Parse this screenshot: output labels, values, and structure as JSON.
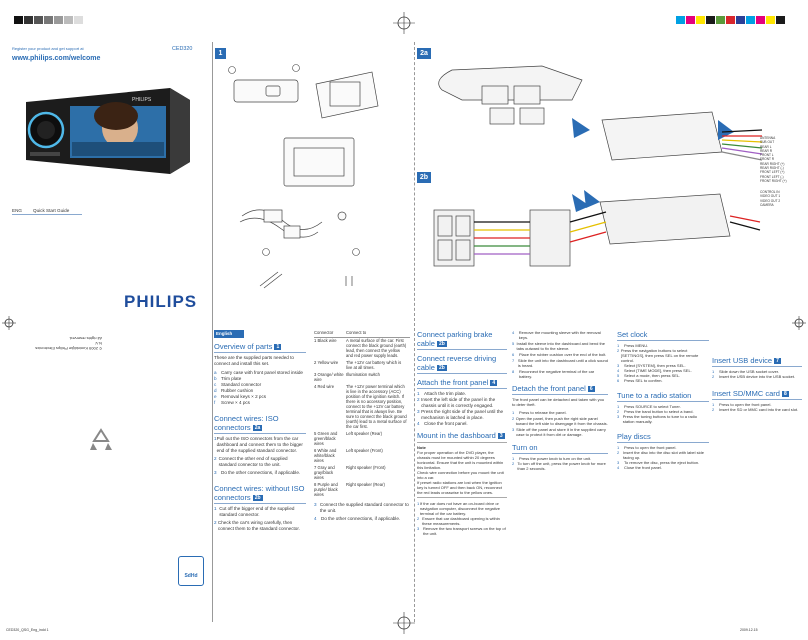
{
  "colors": {
    "accent": "#2a6cb4",
    "bar": [
      "#00a0e3",
      "#e4007d",
      "#ffe500",
      "#1a1a1a",
      "#5a9a3a",
      "#d9262d",
      "#2b3f97",
      "#00a0e3",
      "#e4007d",
      "#ffe500",
      "#1a1a1a"
    ],
    "grays": [
      "#111111",
      "#333333",
      "#555555",
      "#777777",
      "#999999",
      "#bbbbbb",
      "#dddddd",
      "#f2f2f2"
    ]
  },
  "cover": {
    "register_text": "Register your product and get support at",
    "url": "www.philips.com/welcome",
    "model": "CED320",
    "lang": "ENG",
    "guide_title": "Quick Start Guide",
    "brand": "PHILIPS",
    "copyright_1": "© 2009 Koninklijke Philips Electronics N.V.",
    "copyright_2": "All rights reserved.",
    "logo_text": "SdHd"
  },
  "steps": {
    "s1": "1",
    "s2a": "2a",
    "s2b": "2b"
  },
  "wire_labels": [
    "ANTENNA",
    "SUB OUT",
    "REAR L",
    "REAR R",
    "FRONT L",
    "FRONT R",
    "REAR RIGHT (+)",
    "REAR RIGHT (-)",
    "FRONT LEFT (+)",
    "FRONT LEFT (-)",
    "FRONT RIGHT (+)"
  ],
  "wire_labels2": [
    "CONTROL IN",
    "VIDEO OUT 1",
    "VIDEO OUT 2",
    "CAMERA"
  ],
  "col1": {
    "lang_tab": "English",
    "overview_title": "Overview of parts",
    "overview_badge": "1",
    "overview_intro": "These are the supplied parts needed to connect and install this set.",
    "parts": [
      "Carry case with front panel stored inside",
      "Trim plate",
      "Standard connector",
      "Rubber cushion",
      "Removal keys × 2 pcs",
      "Screw × 4 pcs"
    ],
    "iso_title": "Connect wires: ISO connectors",
    "iso_badge": "2a",
    "iso_steps": [
      "Pull out the ISO connectors from the car dashboard and connect them to the bigger end of the supplied standard connector.",
      "Connect the other end of supplied standard connector to the unit.",
      "Do the other connections, if applicable."
    ],
    "noiso_title": "Connect wires: without ISO connectors",
    "noiso_badge": "2b",
    "noiso_steps": [
      "Cut off the bigger end of the supplied standard connector.",
      "Check the car's wiring carefully, then connect them to the standard connector."
    ]
  },
  "col2": {
    "table_headers": [
      "Connector",
      "Connect to"
    ],
    "table_rows": [
      [
        "1",
        "Black wire",
        "A metal surface of the car. First connect the black ground (earth) lead, then connect the yellow and red power supply leads."
      ],
      [
        "2",
        "Yellow wire",
        "The +12V car battery which is live at all times."
      ],
      [
        "3",
        "Orange/ white wire",
        "Illumination switch"
      ],
      [
        "4",
        "Red wire",
        "The +12V power terminal which is live in the accessory (ACC) position of the ignition switch. If there is no accessory position, connect to the +12V car battery terminal that is always live. Be sure to connect the black ground (earth) lead to a metal surface of the car first."
      ],
      [
        "5",
        "Green and green/black wires",
        "Left speaker (Rear)"
      ],
      [
        "6",
        "White and white/black wires",
        "Left speaker (Front)"
      ],
      [
        "7",
        "Gray and gray/black wires",
        "Right speaker (Front)"
      ],
      [
        "8",
        "Purple and purple/ black wires",
        "Right speaker (Rear)"
      ]
    ],
    "after_steps": [
      "Connect the supplied standard connector to the unit.",
      "Do the other connections, if applicable."
    ]
  },
  "col3": {
    "parking_title": "Connect parking brake cable",
    "parking_badge": "2b",
    "reverse_title": "Connect reverse driving cable",
    "reverse_badge": "2b",
    "attach_title": "Attach the front panel",
    "attach_badge": "4",
    "attach_steps": [
      "Attach the trim plate.",
      "Insert the left side of the panel in the chassis until it is correctly engaged.",
      "Press the right side of the panel until the mechanism is latched in place.",
      "Close the front panel."
    ],
    "mount_title": "Mount in the dashboard",
    "mount_badge": "3",
    "note_label": "Note",
    "mount_notes": [
      "For proper operation of the DVD player, the chassis must be mounted within 20 degrees horizontal. Ensure that the unit is mounted within this limitation.",
      "Check wire connection before you mount the unit into a car.",
      "If preset radio stations are lost when the ignition key is turned OFF and then back ON, reconnect the red leads crosswise to the yellow ones."
    ],
    "mount_steps": [
      "If the car does not have an on-board drive or navigation computer, disconnect the negative terminal of the car battery.",
      "Ensure that car dashboard opening is within these measurements.",
      "Remove the two transport screws on the top of the unit."
    ]
  },
  "col4": {
    "steps_top": [
      "Remove the mounting sleeve with the removal keys.",
      "Install the sleeve into the dashboard and bend the tabs outward to fix the sleeve.",
      "Place the rubber cushion over the end of the bolt.",
      "Slide the unit into the dashboard until a click sound is heard.",
      "Reconnect the negative terminal of the car battery."
    ],
    "detach_title": "Detach the front panel",
    "detach_badge": "6",
    "detach_intro": "The front panel can be detached and taken with you to deter theft.",
    "detach_steps": [
      "Press to release the panel.",
      "Open the panel, then push the right side panel toward the left side to disengage it from the chassis.",
      "Slide off the panel and store it in the supplied carry case to protect it from dirt or damage."
    ],
    "turnon_title": "Turn on",
    "turnon_steps": [
      "Press the power knob to turn on the unit.",
      "To turn off the unit, press the power knob for more than 2 seconds."
    ]
  },
  "col5": {
    "clock_title": "Set clock",
    "clock_steps": [
      "Press MENU.",
      "Press the navigation buttons to select [SETTINGS], then press SEL on the remote control.",
      "Select [SYSTEM], then press SEL.",
      "Select [TIME MODE], then press SEL.",
      "Select a mode, then press SEL.",
      "Press SEL to confirm."
    ],
    "radio_title": "Tune to a radio station",
    "radio_steps": [
      "Press SOURCE to select Tuner.",
      "Press the band button to select a band.",
      "Press the tuning buttons to tune to a radio station manually."
    ],
    "disc_title": "Play discs",
    "disc_steps": [
      "Press to open the front panel.",
      "Insert the disc into the disc slot with label side facing up.",
      "To remove the disc, press the eject button.",
      "Close the front panel."
    ]
  },
  "col6": {
    "usb_title": "Insert USB device",
    "usb_badge": "7",
    "usb_steps": [
      "Slide down the USB socket cover.",
      "Insert the USB device into the USB socket."
    ],
    "sd_title": "Insert SD/MMC card",
    "sd_badge": "8",
    "sd_steps": [
      "Press to open the front panel.",
      "Insert the SD or MMC card into the card slot."
    ]
  },
  "footer": {
    "left": "CED320_QSG_Eng_indd 1",
    "right": "2009.12.15"
  }
}
